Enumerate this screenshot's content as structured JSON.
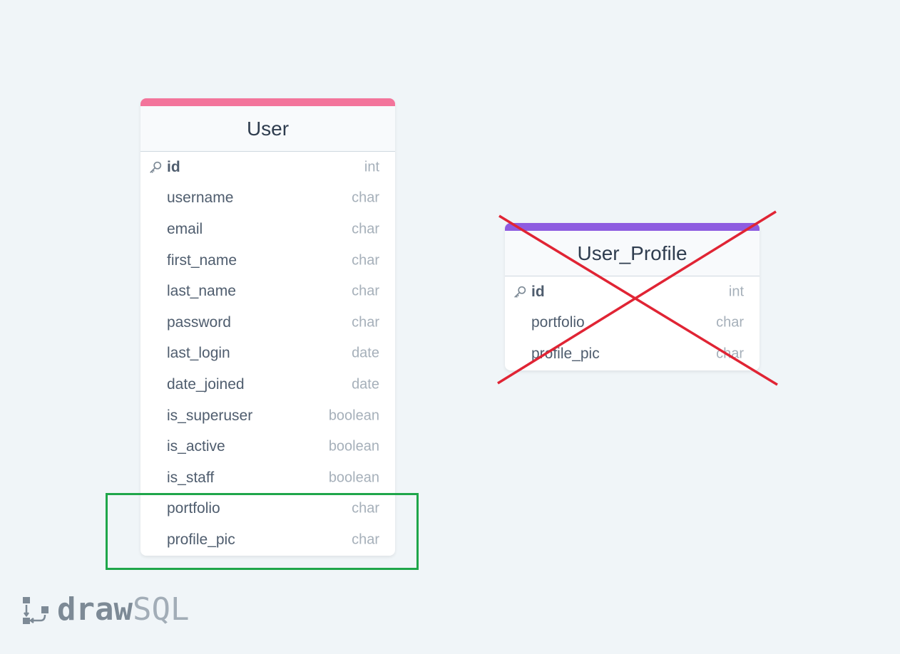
{
  "colors": {
    "user_accent": "#f3749b",
    "profile_accent": "#8e5ce0",
    "highlight": "#1fa64a",
    "cross": "#e02434"
  },
  "tables": {
    "user": {
      "name": "User",
      "columns": [
        {
          "name": "id",
          "type": "int",
          "primary_key": true
        },
        {
          "name": "username",
          "type": "char"
        },
        {
          "name": "email",
          "type": "char"
        },
        {
          "name": "first_name",
          "type": "char"
        },
        {
          "name": "last_name",
          "type": "char"
        },
        {
          "name": "password",
          "type": "char"
        },
        {
          "name": "last_login",
          "type": "date"
        },
        {
          "name": "date_joined",
          "type": "date"
        },
        {
          "name": "is_superuser",
          "type": "boolean"
        },
        {
          "name": "is_active",
          "type": "boolean"
        },
        {
          "name": "is_staff",
          "type": "boolean"
        },
        {
          "name": "portfolio",
          "type": "char"
        },
        {
          "name": "profile_pic",
          "type": "char"
        }
      ]
    },
    "user_profile": {
      "name": "User_Profile",
      "columns": [
        {
          "name": "id",
          "type": "int",
          "primary_key": true
        },
        {
          "name": "portfolio",
          "type": "char"
        },
        {
          "name": "profile_pic",
          "type": "char"
        }
      ]
    }
  },
  "logo": {
    "part1": "draw",
    "part2": "SQL"
  },
  "icons": {
    "primary_key": "key-icon",
    "logo": "drawsql-logo-icon"
  }
}
